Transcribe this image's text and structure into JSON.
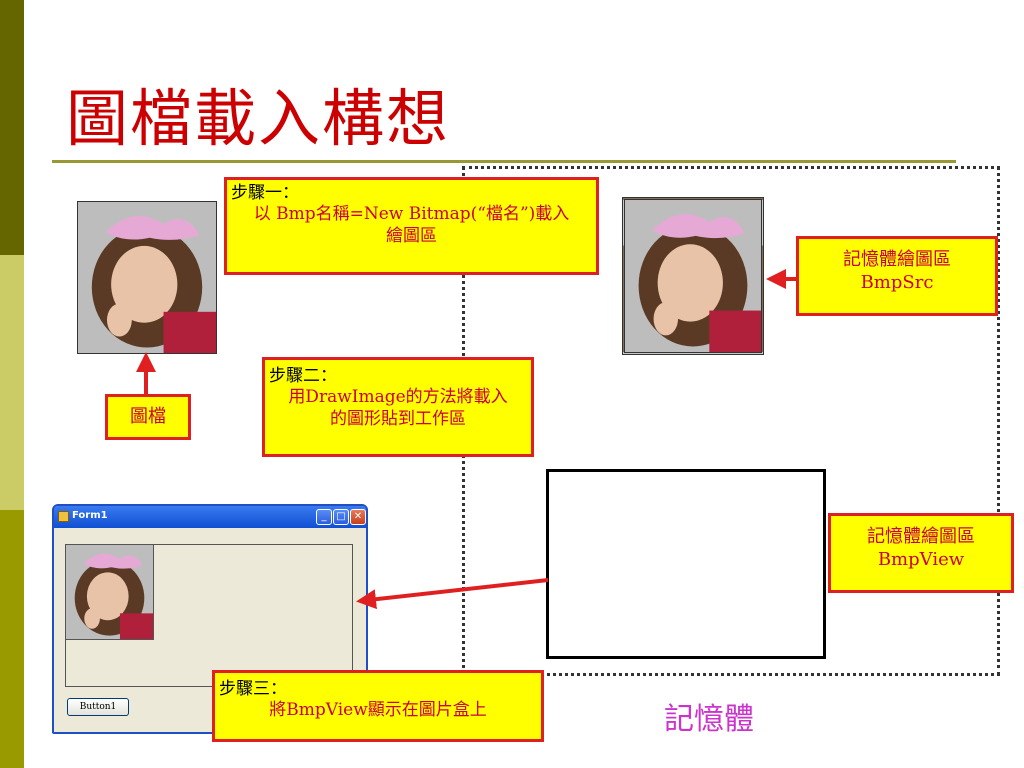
{
  "slide": {
    "title": "圖檔載入構想"
  },
  "callouts": {
    "step1": {
      "label": "步驟一：",
      "line1": "以 Bmp名稱=New Bitmap(“檔名”)載入",
      "line2": "繪圖區"
    },
    "step2": {
      "label": "步驟二：",
      "line1": "用DrawImage的方法將載入",
      "line2": "的圖形貼到工作區"
    },
    "step3": {
      "label": "步驟三：",
      "line1": "將BmpView顯示在圖片盒上"
    },
    "image_file": {
      "label": "圖檔"
    },
    "bmp_src": {
      "line1": "記憶體繪圖區",
      "line2": "BmpSrc"
    },
    "bmp_view": {
      "line1": "記憶體繪圖區",
      "line2": "BmpView"
    }
  },
  "memory": {
    "label": "記憶體"
  },
  "form": {
    "title": "Form1",
    "button_label": "Button1"
  },
  "colors": {
    "title": "#cc0000",
    "callout_bg": "#ffff00",
    "callout_border": "#e02020",
    "arrow": "#e02020",
    "memory_label": "#cc33cc"
  }
}
